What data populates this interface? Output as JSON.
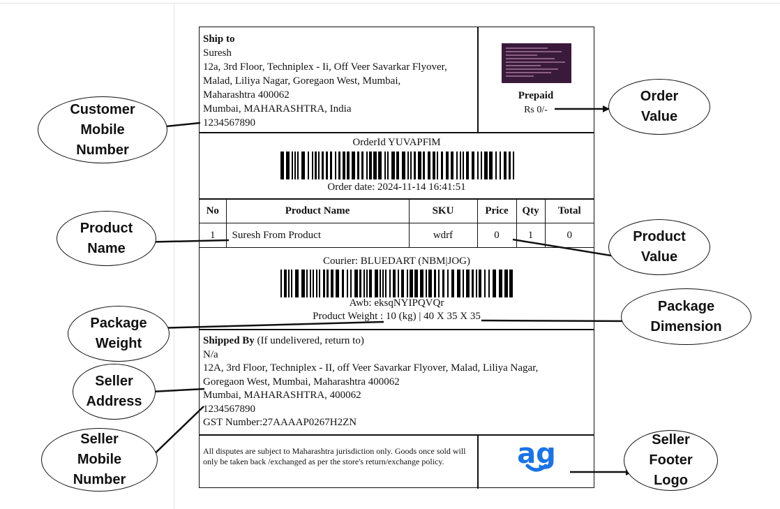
{
  "label": {
    "ship_to": {
      "heading": "Ship to",
      "name": "Suresh",
      "address_line1": "12a, 3rd Floor, Techniplex - Ii, Off Veer Savarkar Flyover,",
      "address_line2": "Malad, Liliya Nagar, Goregaon West, Mumbai,",
      "address_line3": "Maharashtra 400062",
      "city_state": "Mumbai, MAHARASHTRA, India",
      "phone": "1234567890"
    },
    "payment": {
      "mode": "Prepaid",
      "amount": "Rs 0/-"
    },
    "order": {
      "id_text": "OrderId YUVAPFlM",
      "date_text": "Order date: 2024-11-14 16:41:51"
    },
    "items_table": {
      "headers": [
        "No",
        "Product Name",
        "SKU",
        "Price",
        "Qty",
        "Total"
      ],
      "rows": [
        [
          "1",
          "Suresh From Product",
          "wdrf",
          "0",
          "1",
          "0"
        ]
      ]
    },
    "shipping": {
      "courier": "Courier: BLUEDART (NBM|JOG)",
      "awb": "Awb: eksqNYIPQVQr",
      "weight": "Product Weight : 10 (kg) | 40 X 35 X 35"
    },
    "shipped_by": {
      "heading": "Shipped By",
      "note": " (If undelivered, return to)",
      "name": "N/a",
      "address_line1": "12A, 3rd Floor, Techniplex - II, off Veer Savarkar Flyover, Malad, Liliya Nagar,",
      "address_line2": "Goregaon West, Mumbai, Maharashtra 400062",
      "city_state": "Mumbai, MAHARASHTRA, 400062",
      "phone": "1234567890",
      "gst": "GST Number:27AAAAP0267H2ZN"
    },
    "footer": {
      "disclaimer": "All disputes are subject to Maharashtra jurisdiction only. Goods once sold will only be taken back /exchanged as per the store's return/exchange policy.",
      "logo_text": "ag"
    }
  },
  "annotations": {
    "customer_mobile": "Customer\nMobile\nNumber",
    "order_value": "Order\nValue",
    "product_name": "Product\nName",
    "product_value": "Product\nValue",
    "package_weight": "Package\nWeight",
    "package_dimension": "Package\nDimension",
    "seller_address": "Seller\nAddress",
    "seller_mobile": "Seller\nMobile\nNumber",
    "seller_footer_logo": "Seller\nFooter\nLogo"
  },
  "colors": {
    "logo_blue": "#1a73e8",
    "border": "#111111"
  }
}
